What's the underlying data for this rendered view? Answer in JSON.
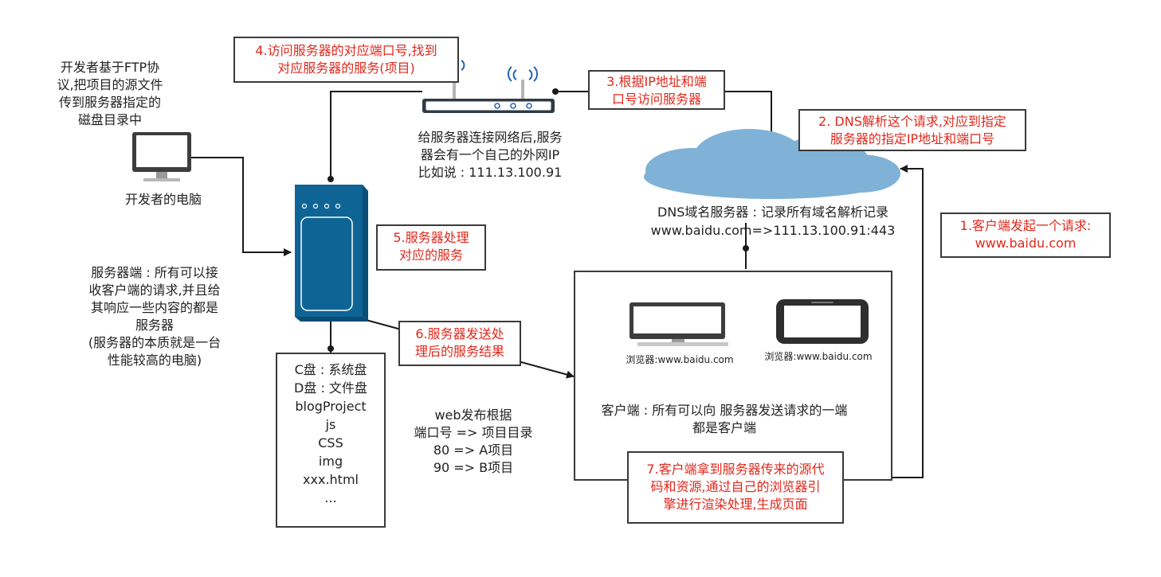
{
  "colors": {
    "line": "#1a1a1a",
    "red_text": "#e0281c",
    "server_blue": "#0f6496",
    "cloud_blue": "#7fb2d6"
  },
  "dev": {
    "note": "开发者基于FTP协\n议,把项目的源文件\n传到服务器指定的\n磁盘目录中",
    "label": "开发者的电脑"
  },
  "server_def": "服务器端 : 所有可以接\n收客户端的请求,并且给\n其响应一些内容的都是\n服务器\n(服务器的本质就是一台\n性能较高的电脑)",
  "router_note": "给服务器连接网络后,服务\n器会有一个自己的外网IP\n比如说 : 111.13.100.91",
  "dns": {
    "line1": "DNS域名服务器 : 记录所有域名解析记录",
    "line2": "www.baidu.com=>111.13.100.91:443"
  },
  "disk": [
    "C盘 : 系统盘",
    "D盘 : 文件盘",
    "blogProject",
    "js",
    "CSS",
    "img",
    "xxx.html",
    "..."
  ],
  "web_publish": "web发布根据\n端口号 => 项目目录\n80 => A项目\n90 => B项目",
  "client": {
    "desktop_label": "浏览器:www.baidu.com",
    "tablet_label": "浏览器:www.baidu.com",
    "definition": "客户端 : 所有可以向 服务器发送请求的一端\n都是客户端"
  },
  "steps": {
    "s1": "1.客户端发起一个请求:\nwww.baidu.com",
    "s2": "2. DNS解析这个请求,对应到指定\n服务器的指定IP地址和端口号",
    "s3": "3.根据IP地址和端\n口号访问服务器",
    "s4": "4.访问服务器的对应端口号,找到\n对应服务器的服务(项目)",
    "s5": "5.服务器处理\n对应的服务",
    "s6": "6.服务器发送处\n理后的服务结果",
    "s7": "7.客户端拿到服务器传来的源代\n码和资源,通过自己的浏览器引\n擎进行渲染处理,生成页面"
  }
}
